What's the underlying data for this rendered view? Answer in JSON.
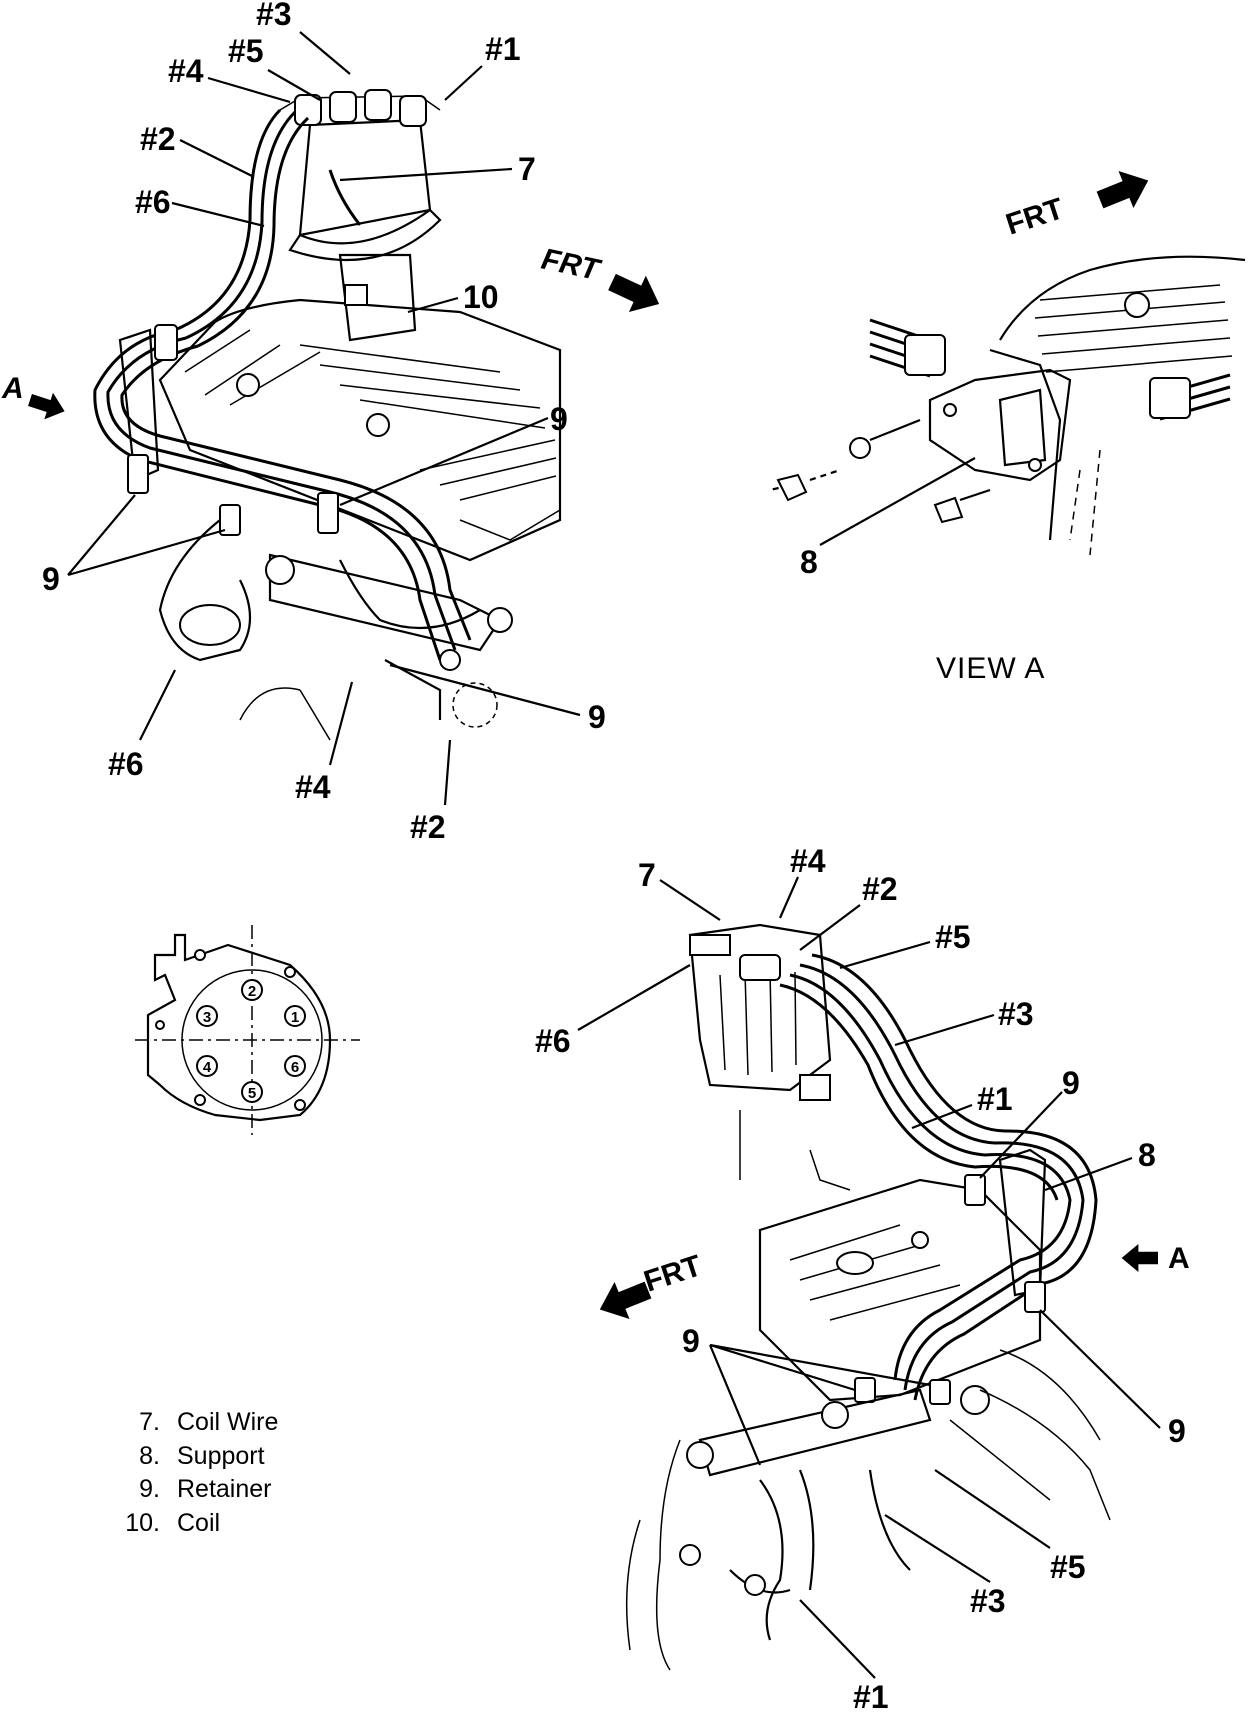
{
  "callouts": {
    "top": {
      "n3": "#3",
      "n5": "#5",
      "n4": "#4",
      "n1": "#1",
      "n2": "#2",
      "n6": "#6",
      "c7": "7",
      "c10": "10",
      "c9a": "9",
      "c9b": "9",
      "c9c": "9",
      "n6b": "#6",
      "n4b": "#4",
      "n2b": "#2",
      "frt": "FRT",
      "a": "A"
    },
    "view_a": {
      "frt": "FRT",
      "c8": "8",
      "title": "VIEW A"
    },
    "bottom": {
      "c7": "7",
      "n4": "#4",
      "n2": "#2",
      "n5": "#5",
      "n6": "#6",
      "n3": "#3",
      "n1": "#1",
      "c9a": "9",
      "c8": "8",
      "a": "A",
      "frt": "FRT",
      "c9b": "9",
      "c9c": "9",
      "n5b": "#5",
      "n3b": "#3",
      "n1b": "#1"
    }
  },
  "distributor_cap": {
    "terminals": [
      "2",
      "3",
      "1",
      "4",
      "6",
      "5"
    ]
  },
  "legend": [
    {
      "num": "7.",
      "text": "Coil Wire"
    },
    {
      "num": "8.",
      "text": "Support"
    },
    {
      "num": "9.",
      "text": "Retainer"
    },
    {
      "num": "10.",
      "text": "Coil"
    }
  ],
  "icons": [
    "arrow-icon"
  ]
}
